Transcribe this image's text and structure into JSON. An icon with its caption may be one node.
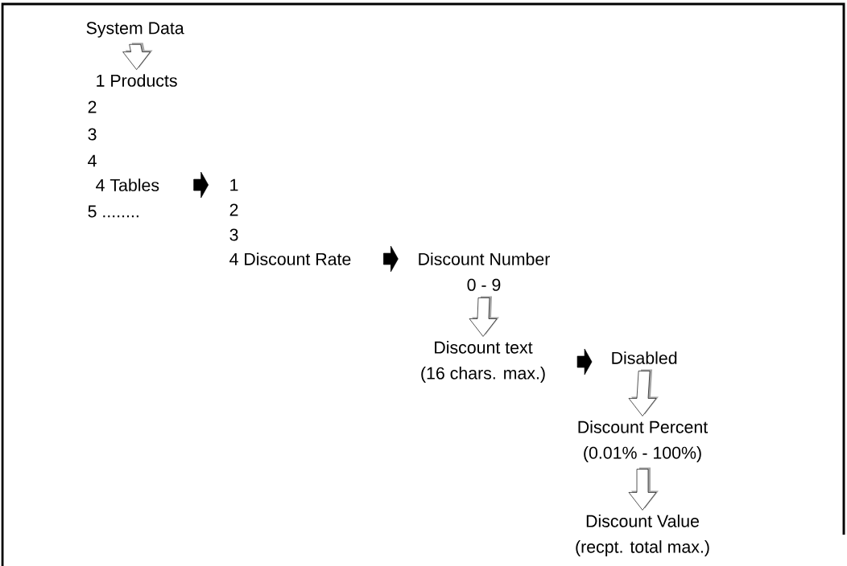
{
  "diagram": {
    "nodes": [
      {
        "text": [
          "System Data"
        ]
      },
      {
        "text": [
          "1 Products"
        ]
      },
      {
        "text": [
          "2"
        ]
      },
      {
        "text": [
          "3"
        ]
      },
      {
        "text": [
          "4"
        ]
      },
      {
        "text": [
          "4 Tables"
        ]
      },
      {
        "text": [
          "5 ........"
        ]
      },
      {
        "text": [
          "1"
        ]
      },
      {
        "text": [
          "2"
        ]
      },
      {
        "text": [
          "3"
        ]
      },
      {
        "text": [
          "4 Discount Rate"
        ]
      },
      {
        "text": [
          "Discount Number",
          "0 - 9"
        ]
      },
      {
        "text": [
          "Discount text",
          "(16 chars. max.)"
        ]
      },
      {
        "text": [
          "Disabled"
        ]
      },
      {
        "text": [
          "Discount Percent",
          "(0.01% - 100%)"
        ]
      },
      {
        "text": [
          "Discount Value",
          "(recpt. total max.)"
        ]
      }
    ],
    "edges": [
      {
        "from": 0,
        "to": 1,
        "arrow": "to"
      },
      {
        "from": 5,
        "to": 7,
        "arrow": "to"
      },
      {
        "from": 10,
        "to": 11,
        "arrow": "to"
      },
      {
        "from": 11,
        "to": 12,
        "arrow": "to"
      },
      {
        "from": 12,
        "to": 13,
        "arrow": "to"
      },
      {
        "from": 13,
        "to": 14,
        "arrow": "to"
      },
      {
        "from": 14,
        "to": 15,
        "arrow": "to"
      }
    ]
  }
}
